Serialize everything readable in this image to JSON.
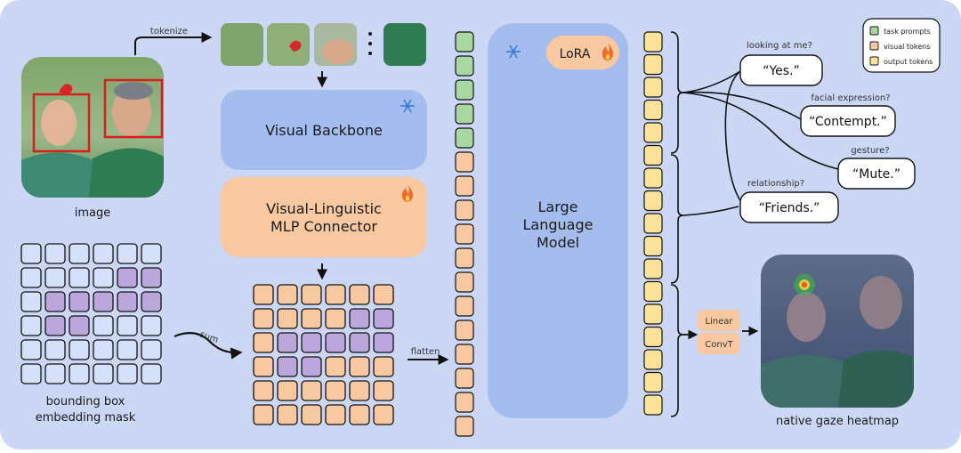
{
  "colors": {
    "background": "#cbd7f4",
    "panel_blue": "#a4bdee",
    "panel_orange": "#f8c9a0",
    "cell_empty": "#d5e0fa",
    "cell_purple": "#bba7dc",
    "token_green": "#a8d8a0",
    "token_orange": "#f8c9a0",
    "token_yellow": "#fde39a",
    "snowflake": "#3a7be0",
    "fire": "#f26b2a"
  },
  "labels": {
    "tokenize": "tokenize",
    "image": "image",
    "bbox_mask_line1": "bounding box",
    "bbox_mask_line2": "embedding mask",
    "sum": "sum",
    "flatten": "flatten",
    "visual_backbone": "Visual Backbone",
    "connector_line1": "Visual-Linguistic",
    "connector_line2": "MLP Connector",
    "llm_line1": "Large",
    "llm_line2": "Language",
    "llm_line3": "Model",
    "lora": "LoRA",
    "linear": "Linear",
    "convt": "ConvT",
    "heatmap": "native gaze heatmap"
  },
  "legend": [
    {
      "label": "task prompts",
      "color": "#a8d8a0"
    },
    {
      "label": "visual tokens",
      "color": "#f8c9a0"
    },
    {
      "label": "output tokens",
      "color": "#fde39a"
    }
  ],
  "qa": [
    {
      "question": "looking at me?",
      "answer": "“Yes.”"
    },
    {
      "question": "facial expression?",
      "answer": "“Contempt.”"
    },
    {
      "question": "gesture?",
      "answer": "“Mute.”"
    },
    {
      "question": "relationship?",
      "answer": "“Friends.”"
    }
  ],
  "icons": {
    "backbone": "snowflake-icon",
    "connector": "fire-icon",
    "llm": "snowflake-icon",
    "lora": "fire-icon"
  },
  "mask_grid": {
    "rows": 6,
    "cols": 6,
    "highlight": [
      [
        1,
        4
      ],
      [
        1,
        5
      ],
      [
        2,
        1
      ],
      [
        2,
        2
      ],
      [
        2,
        3
      ],
      [
        2,
        4
      ],
      [
        2,
        5
      ],
      [
        3,
        1
      ],
      [
        3,
        2
      ]
    ]
  },
  "sum_grid": {
    "rows": 6,
    "cols": 6,
    "highlight": [
      [
        1,
        4
      ],
      [
        1,
        5
      ],
      [
        2,
        1
      ],
      [
        2,
        2
      ],
      [
        2,
        3
      ],
      [
        2,
        4
      ],
      [
        2,
        5
      ],
      [
        3,
        1
      ],
      [
        3,
        2
      ]
    ]
  },
  "token_column_left": {
    "green": 5,
    "orange": 12
  },
  "token_column_right": {
    "yellow": 17
  }
}
